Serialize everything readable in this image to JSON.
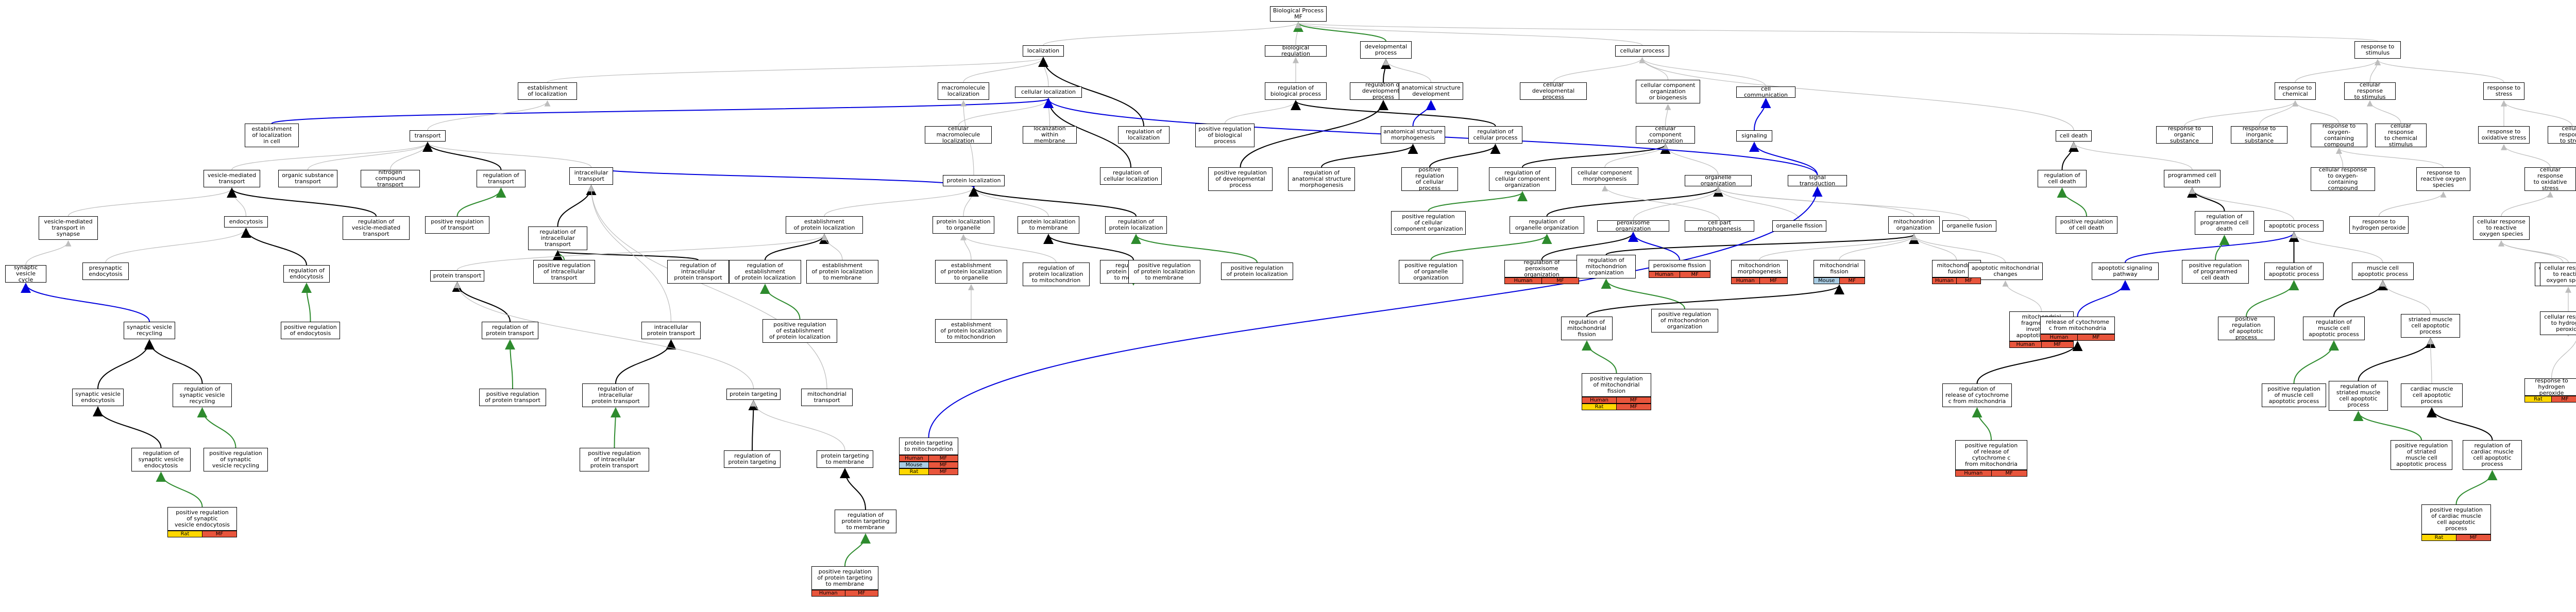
{
  "colors": {
    "edge_is_a": "#bdbdbd",
    "edge_regulates": "#000000",
    "edge_positively_regulates": "#2e8b2e",
    "edge_part_of": "#0000dd",
    "tag_human": "#e8553c",
    "tag_mouse": "#a9cce3",
    "tag_rat": "#ffd700",
    "tag_mf": "#e8553c"
  },
  "nodes": [
    {
      "id": "bp",
      "label": "Biological Process\nMF"
    },
    {
      "id": "localization",
      "label": "localization"
    },
    {
      "id": "biological_regulation",
      "label": "biological regulation"
    },
    {
      "id": "developmental_process",
      "label": "developmental\nprocess"
    },
    {
      "id": "cellular_process",
      "label": "cellular process"
    },
    {
      "id": "response_to_stimulus",
      "label": "response to\nstimulus"
    },
    {
      "id": "establishment_of_localization",
      "label": "establishment\nof localization"
    },
    {
      "id": "macromolecule_localization",
      "label": "macromolecule\nlocalization"
    },
    {
      "id": "cellular_localization",
      "label": "cellular localization"
    },
    {
      "id": "regulation_of_biological_process",
      "label": "regulation of\nbiological process"
    },
    {
      "id": "regulation_of_developmental_process",
      "label": "regulation of\ndevelopmental process"
    },
    {
      "id": "anatomical_structure_development",
      "label": "anatomical structure\ndevelopment"
    },
    {
      "id": "cellular_developmental_process",
      "label": "cellular developmental\nprocess"
    },
    {
      "id": "cellular_component_organization_or_biogenesis",
      "label": "cellular component\norganization\nor biogenesis"
    },
    {
      "id": "cell_communication",
      "label": "cell communication"
    },
    {
      "id": "response_to_chemical",
      "label": "response to\nchemical"
    },
    {
      "id": "cellular_response_to_stimulus",
      "label": "cellular response\nto stimulus"
    },
    {
      "id": "response_to_stress",
      "label": "response to\nstress"
    },
    {
      "id": "establishment_of_localization_in_cell",
      "label": "establishment\nof localization\nin cell"
    },
    {
      "id": "cellular_macromolecule_localization",
      "label": "cellular macromolecule\nlocalization"
    },
    {
      "id": "localization_within_membrane",
      "label": "localization\nwithin membrane"
    },
    {
      "id": "regulation_of_localization",
      "label": "regulation of\nlocalization"
    },
    {
      "id": "positive_regulation_of_biological_process",
      "label": "positive regulation\nof biological\nprocess"
    },
    {
      "id": "anatomical_structure_morphogenesis",
      "label": "anatomical structure\nmorphogenesis"
    },
    {
      "id": "regulation_of_cellular_process",
      "label": "regulation of\ncellular process"
    },
    {
      "id": "cellular_component_organization",
      "label": "cellular component\norganization"
    },
    {
      "id": "signaling",
      "label": "signaling"
    },
    {
      "id": "response_to_organic_substance",
      "label": "response to\norganic substance"
    },
    {
      "id": "response_to_inorganic_substance",
      "label": "response to\ninorganic substance"
    },
    {
      "id": "response_to_oxygen_containing_compound",
      "label": "response to\noxygen-containing\ncompound"
    },
    {
      "id": "cellular_response_to_chemical_stimulus",
      "label": "cellular response\nto chemical\nstimulus"
    },
    {
      "id": "response_to_oxidative_stress",
      "label": "response to\noxidative stress"
    },
    {
      "id": "cellular_response_to_stress",
      "label": "cellular response\nto stress"
    },
    {
      "id": "transport",
      "label": "transport"
    },
    {
      "id": "intracellular_transport",
      "label": "intracellular\ntransport"
    },
    {
      "id": "protein_localization",
      "label": "protein localization"
    },
    {
      "id": "regulation_of_cellular_localization",
      "label": "regulation of\ncellular localization"
    },
    {
      "id": "positive_regulation_of_developmental_process",
      "label": "positive regulation\nof developmental\nprocess"
    },
    {
      "id": "regulation_of_anatomical_structure_morphogenesis",
      "label": "regulation of\nanatomical structure\nmorphogenesis"
    },
    {
      "id": "positive_regulation_of_cellular_process",
      "label": "positive regulation\nof cellular\nprocess"
    },
    {
      "id": "regulation_of_cellular_component_organization",
      "label": "regulation of\ncellular component\norganization"
    },
    {
      "id": "cellular_component_morphogenesis",
      "label": "cellular component\nmorphogenesis"
    },
    {
      "id": "organelle_organization",
      "label": "organelle organization"
    },
    {
      "id": "signal_transduction",
      "label": "signal transduction"
    },
    {
      "id": "cell_death",
      "label": "cell death"
    },
    {
      "id": "cellular_response_to_oxygen_containing_compound",
      "label": "cellular response\nto oxygen-containing\ncompound"
    },
    {
      "id": "response_to_reactive_oxygen_species",
      "label": "response to\nreactive oxygen\nspecies"
    },
    {
      "id": "cellular_response_to_oxidative_stress",
      "label": "cellular response\nto oxidative\nstress"
    },
    {
      "id": "vesicle_mediated_transport",
      "label": "vesicle-mediated\ntransport"
    },
    {
      "id": "organic_substance_transport",
      "label": "organic substance\ntransport"
    },
    {
      "id": "nitrogen_compound_transport",
      "label": "nitrogen compound\ntransport"
    },
    {
      "id": "regulation_of_transport",
      "label": "regulation of\ntransport"
    },
    {
      "id": "regulation_of_intracellular_transport",
      "label": "regulation of\nintracellular\ntransport"
    },
    {
      "id": "establishment_of_protein_localization",
      "label": "establishment\nof protein localization"
    },
    {
      "id": "protein_localization_to_organelle",
      "label": "protein localization\nto organelle"
    },
    {
      "id": "protein_localization_to_membrane",
      "label": "protein localization\nto membrane"
    },
    {
      "id": "regulation_of_protein_localization",
      "label": "regulation of\nprotein localization"
    },
    {
      "id": "positive_regulation_of_cellular_component_organization",
      "label": "positive regulation\nof cellular\ncomponent organization"
    },
    {
      "id": "regulation_of_organelle_organization",
      "label": "regulation of\norganelle organization"
    },
    {
      "id": "peroxisome_organization",
      "label": "peroxisome organization"
    },
    {
      "id": "cell_part_morphogenesis",
      "label": "cell part morphogenesis"
    },
    {
      "id": "organelle_fission",
      "label": "organelle fission"
    },
    {
      "id": "mitochondrion_organization",
      "label": "mitochondrion\norganization"
    },
    {
      "id": "organelle_fusion",
      "label": "organelle fusion"
    },
    {
      "id": "regulation_of_cell_death",
      "label": "regulation of\ncell death"
    },
    {
      "id": "programmed_cell_death",
      "label": "programmed cell\ndeath"
    },
    {
      "id": "response_to_hydrogen_peroxide",
      "label": "response to\nhydrogen peroxide"
    },
    {
      "id": "cellular_response_to_reactive_oxygen_species",
      "label": "cellular response\nto reactive\noxygen species"
    },
    {
      "id": "vesicle_mediated_transport_in_synapse",
      "label": "vesicle-mediated\ntransport in\nsynapse"
    },
    {
      "id": "endocytosis",
      "label": "endocytosis"
    },
    {
      "id": "regulation_of_vesicle_mediated_transport",
      "label": "regulation of\nvesicle-mediated\ntransport"
    },
    {
      "id": "positive_regulation_of_transport",
      "label": "positive regulation\nof transport"
    },
    {
      "id": "positive_regulation_of_intracellular_transport",
      "label": "positive regulation\nof intracellular\ntransport"
    },
    {
      "id": "regulation_of_intracellular_protein_transport",
      "label": "regulation of\nintracellular\nprotein transport"
    },
    {
      "id": "regulation_of_establishment_of_protein_localization",
      "label": "regulation of\nestablishment\nof protein localization"
    },
    {
      "id": "establishment_of_protein_localization_to_organelle",
      "label": "establishment\nof protein localization\nto organelle"
    },
    {
      "id": "protein_localization_to_mitochondrion",
      "label": "protein localization\nto mitochondrion"
    },
    {
      "id": "regulation_of_protein_localization_to_membrane",
      "label": "regulation of\nprotein localization\nto membrane"
    },
    {
      "id": "positive_regulation_of_protein_localization",
      "label": "positive regulation\nof protein localization"
    },
    {
      "id": "positive_regulation_of_organelle_organization",
      "label": "positive regulation\nof organelle\norganization"
    },
    {
      "id": "regulation_of_peroxisome_organization",
      "label": "regulation of\nperoxisome organization"
    },
    {
      "id": "peroxisome_fission",
      "label": "peroxisome fission"
    },
    {
      "id": "regulation_of_mitochondrion_organization",
      "label": "regulation of\nmitochondrion\norganization"
    },
    {
      "id": "mitochondrion_morphogenesis",
      "label": "mitochondrion\nmorphogenesis"
    },
    {
      "id": "mitochondrial_fission",
      "label": "mitochondrial\nfission"
    },
    {
      "id": "mitochondrial_fusion",
      "label": "mitochondrial\nfusion"
    },
    {
      "id": "positive_regulation_of_cell_death",
      "label": "positive regulation\nof cell death"
    },
    {
      "id": "regulation_of_programmed_cell_death",
      "label": "regulation of\nprogrammed cell\ndeath"
    },
    {
      "id": "apoptotic_process",
      "label": "apoptotic process"
    },
    {
      "id": "cellular_response_to_hydrogen_peroxide",
      "label": "cellular response\nto hydrogen\nperoxide"
    },
    {
      "id": "synaptic_vesicle_cycle",
      "label": "synaptic vesicle\ncycle"
    },
    {
      "id": "presynaptic_endocytosis",
      "label": "presynaptic\nendocytosis"
    },
    {
      "id": "regulation_of_endocytosis",
      "label": "regulation of\nendocytosis"
    },
    {
      "id": "protein_transport",
      "label": "protein transport"
    },
    {
      "id": "establishment_of_protein_localization_to_membrane",
      "label": "establishment\nof protein localization\nto membrane"
    },
    {
      "id": "establishment_of_protein_localization_to_mitochondrion",
      "label": "establishment\nof protein localization\nto mitochondrion"
    },
    {
      "id": "regulation_of_protein_localization_to_mitochondrion",
      "label": "regulation of\nprotein localization\nto mitochondrion"
    },
    {
      "id": "positive_regulation_of_protein_localization_to_membrane",
      "label": "positive regulation\nof protein localization\nto membrane"
    },
    {
      "id": "positive_regulation_of_mitochondrion_organization",
      "label": "positive regulation\nof mitochondrion\norganization"
    },
    {
      "id": "apoptotic_mitochondrial_changes",
      "label": "apoptotic mitochondrial\nchanges"
    },
    {
      "id": "apoptotic_signaling_pathway",
      "label": "apoptotic signaling\npathway"
    },
    {
      "id": "positive_regulation_of_programmed_cell_death",
      "label": "positive regulation\nof programmed\ncell death"
    },
    {
      "id": "regulation_of_apoptotic_process",
      "label": "regulation of\napoptotic process"
    },
    {
      "id": "muscle_cell_apoptotic_process",
      "label": "muscle cell\napoptotic process"
    },
    {
      "id": "response_to_hydrogen_peroxide_2",
      "label": "response to\nhydrogen peroxide"
    },
    {
      "id": "synaptic_vesicle_recycling",
      "label": "synaptic vesicle\nrecycling"
    },
    {
      "id": "positive_regulation_of_endocytosis",
      "label": "positive regulation\nof endocytosis"
    },
    {
      "id": "regulation_of_protein_transport",
      "label": "regulation of\nprotein transport"
    },
    {
      "id": "intracellular_protein_transport",
      "label": "intracellular\nprotein transport"
    },
    {
      "id": "positive_regulation_of_establishment_of_protein_localization",
      "label": "positive regulation\nof establishment\nof protein localization"
    },
    {
      "id": "regulation_of_mitochondrial_fission",
      "label": "regulation of\nmitochondrial\nfission"
    },
    {
      "id": "regulation_of_cytochrome_c_release",
      "label": "regulation of\nrelease of cytochrome\nc from mitochondria"
    },
    {
      "id": "mitochondrial_fragmentation",
      "label": "mitochondrial\nfragmentation\ninvolved in\napoptotic process"
    },
    {
      "id": "release_of_cytochrome_c",
      "label": "release of cytochrome\nc from mitochondria"
    },
    {
      "id": "positive_regulation_of_apoptotic_process",
      "label": "positive regulation\nof apoptotic\nprocess"
    },
    {
      "id": "regulation_of_muscle_cell_apoptotic_process",
      "label": "regulation of\nmuscle cell\napoptotic process"
    },
    {
      "id": "striated_muscle_cell_apoptotic_process",
      "label": "striated muscle\ncell apoptotic\nprocess"
    },
    {
      "id": "cellular_response_to_reactive_oxygen_species_2",
      "label": "cellular response\nto reactive\noxygen species"
    },
    {
      "id": "synaptic_vesicle_endocytosis",
      "label": "synaptic vesicle\nendocytosis"
    },
    {
      "id": "regulation_of_synaptic_vesicle_recycling",
      "label": "regulation of\nsynaptic vesicle\nrecycling"
    },
    {
      "id": "positive_regulation_of_protein_transport",
      "label": "positive regulation\nof protein transport"
    },
    {
      "id": "regulation_of_intracellular_protein_transport_2",
      "label": "regulation of\nintracellular\nprotein transport"
    },
    {
      "id": "protein_targeting",
      "label": "protein targeting"
    },
    {
      "id": "mitochondrial_transport",
      "label": "mitochondrial\ntransport"
    },
    {
      "id": "positive_regulation_of_mitochondrion_organization_2",
      "label": "positive regulation\nof mitochondrial\nfission"
    },
    {
      "id": "positive_regulation_of_muscle_cell_apoptotic_process",
      "label": "positive regulation\nof muscle cell\napoptotic process"
    },
    {
      "id": "regulation_of_striated_muscle_cell_apoptotic_process",
      "label": "regulation of\nstriated muscle\ncell apoptotic\nprocess"
    },
    {
      "id": "cardiac_muscle_cell_apoptotic_process",
      "label": "cardiac muscle\ncell apoptotic\nprocess"
    },
    {
      "id": "cellular_response_to_hydrogen_peroxide_2",
      "label": "cellular response\nto hydrogen\nperoxide"
    },
    {
      "id": "regulation_of_synaptic_vesicle_endocytosis",
      "label": "regulation of\nsynaptic vesicle\nendocytosis"
    },
    {
      "id": "positive_regulation_of_synaptic_vesicle_recycling",
      "label": "positive regulation\nof synaptic\nvesicle recycling"
    },
    {
      "id": "positive_regulation_of_intracellular_protein_transport",
      "label": "positive regulation\nof intracellular\nprotein transport"
    },
    {
      "id": "regulation_of_protein_targeting",
      "label": "regulation of\nprotein targeting"
    },
    {
      "id": "protein_targeting_to_mitochondrion",
      "label": "protein targeting\nto mitochondrion"
    },
    {
      "id": "protein_targeting_to_membrane",
      "label": "protein targeting\nto membrane"
    },
    {
      "id": "positive_regulation_of_cytochrome_c_release",
      "label": "positive regulation\nof release of\ncytochrome c\nfrom mitochondria"
    },
    {
      "id": "positive_regulation_of_striated_muscle_cell_apoptotic_process",
      "label": "positive regulation\nof striated\nmuscle cell\napoptotic process"
    },
    {
      "id": "regulation_of_cardiac_muscle_cell_apoptotic_process",
      "label": "regulation of\ncardiac muscle\ncell apoptotic\nprocess"
    },
    {
      "id": "positive_regulation_of_synaptic_vesicle_endocytosis",
      "label": "positive regulation\nof synaptic\nvesicle endocytosis"
    },
    {
      "id": "regulation_of_protein_targeting_to_membrane",
      "label": "regulation of\nprotein targeting\nto membrane"
    },
    {
      "id": "positive_regulation_of_protein_targeting_to_membrane",
      "label": "positive regulation\nof protein targeting\nto membrane"
    },
    {
      "id": "positive_regulation_of_cardiac_muscle_cell_apoptotic_process",
      "label": "positive regulation\nof cardiac muscle\ncell apoptotic\nprocess"
    },
    {
      "id": "response_to_stimulus_small",
      "label": "response to\nhydrogen\nperoxide"
    }
  ],
  "annotations": [
    {
      "node": "regulation_of_peroxisome_organization",
      "tags": [
        "Human",
        "MF"
      ]
    },
    {
      "node": "peroxisome_fission",
      "tags": [
        "Human",
        "MF"
      ]
    },
    {
      "node": "mitochondrion_morphogenesis",
      "tags": [
        "Human",
        "MF"
      ]
    },
    {
      "node": "mitochondrial_fission",
      "tags": [
        "Mouse",
        "MF"
      ]
    },
    {
      "node": "mitochondrial_fusion",
      "tags": [
        "Human",
        "MF"
      ]
    },
    {
      "node": "positive_regulation_of_mitochondrion_organization_2",
      "tags": [
        "Human",
        "MF",
        "Rat",
        "MF"
      ]
    },
    {
      "node": "mitochondrial_fragmentation",
      "tags": [
        "Human",
        "MF"
      ]
    },
    {
      "node": "release_of_cytochrome_c",
      "tags": [
        "Human",
        "MF"
      ]
    },
    {
      "node": "positive_regulation_of_cytochrome_c_release",
      "tags": [
        "Human",
        "MF"
      ]
    },
    {
      "node": "protein_targeting_to_mitochondrion",
      "tags": [
        "Human",
        "MF",
        "Mouse",
        "MF",
        "Rat",
        "MF"
      ]
    },
    {
      "node": "positive_regulation_of_protein_targeting_to_membrane",
      "tags": [
        "Human",
        "MF"
      ]
    },
    {
      "node": "positive_regulation_of_synaptic_vesicle_endocytosis",
      "tags": [
        "Rat",
        "MF"
      ]
    },
    {
      "node": "positive_regulation_of_cardiac_muscle_cell_apoptotic_process",
      "tags": [
        "Rat",
        "MF"
      ]
    },
    {
      "node": "response_to_stimulus_small",
      "tags": [
        "Rat",
        "MF"
      ]
    }
  ]
}
